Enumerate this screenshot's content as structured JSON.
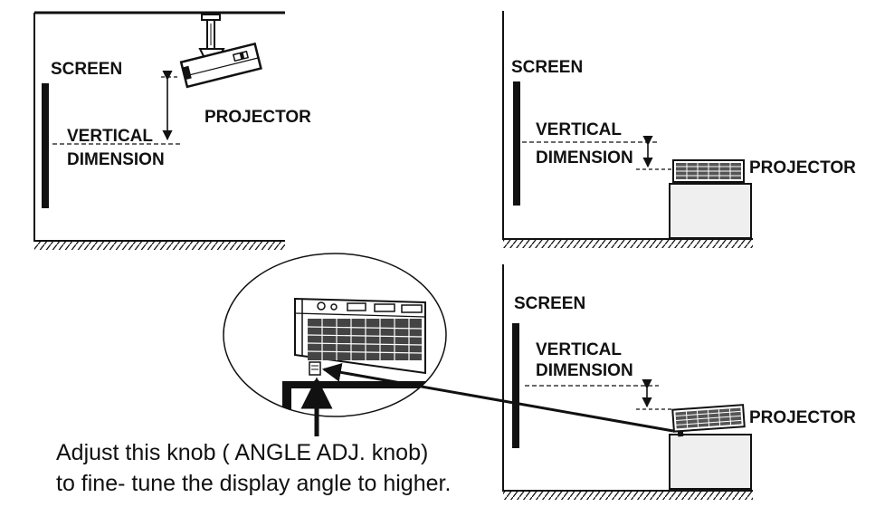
{
  "panels": {
    "ceiling": {
      "screen": "SCREEN",
      "vertical": "VERTICAL",
      "dimension": "DIMENSION",
      "projector": "PROJECTOR"
    },
    "table": {
      "screen": "SCREEN",
      "vertical": "VERTICAL",
      "dimension": "DIMENSION",
      "projector": "PROJECTOR"
    },
    "tilted": {
      "screen": "SCREEN",
      "vertical": "VERTICAL",
      "dimension": "DIMENSION",
      "projector": "PROJECTOR"
    }
  },
  "caption": {
    "line1": "Adjust this knob ( ANGLE ADJ. knob)",
    "line2": "to fine- tune the display angle to higher."
  },
  "colors": {
    "ink": "#111111",
    "paper": "#ffffff"
  }
}
